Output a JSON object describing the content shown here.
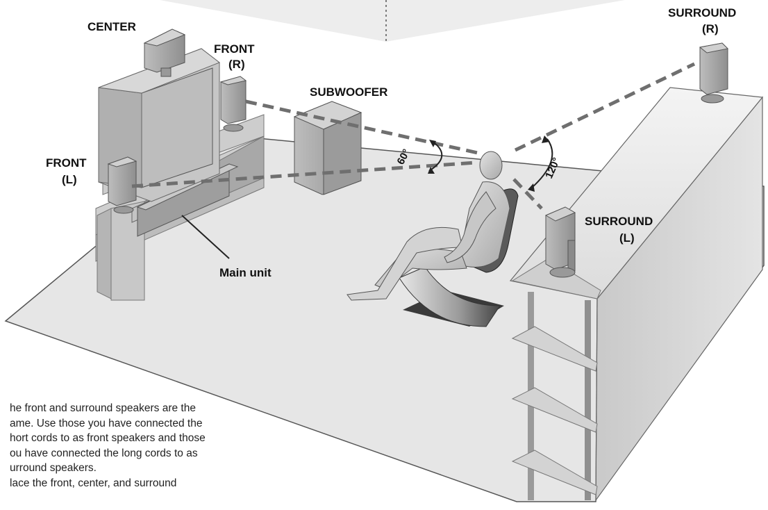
{
  "labels": {
    "center": "CENTER",
    "front": "FRONT",
    "front_r": "(R)",
    "front_l": "(L)",
    "subwoofer": "SUBWOOFER",
    "surround": "SURROUND",
    "surround_r": "(R)",
    "surround_l": "(L)",
    "main_unit": "Main unit",
    "angle_front": "60°",
    "angle_surround": "120°"
  },
  "notes": [
    {
      "bullet": "",
      "text": "he front and surround speakers are the\name. Use those you have connected the\nhort cords to as front speakers and those\nou have connected the long cords to as\nurround speakers."
    },
    {
      "bullet": "",
      "text": "lace the front, center, and surround"
    }
  ],
  "colors": {
    "floor": "#e6e6e6",
    "floor_edge": "#555555",
    "wall": "#d9d9d9",
    "speaker": "#a9a9a9",
    "dashed_line": "#6f6f6f"
  }
}
